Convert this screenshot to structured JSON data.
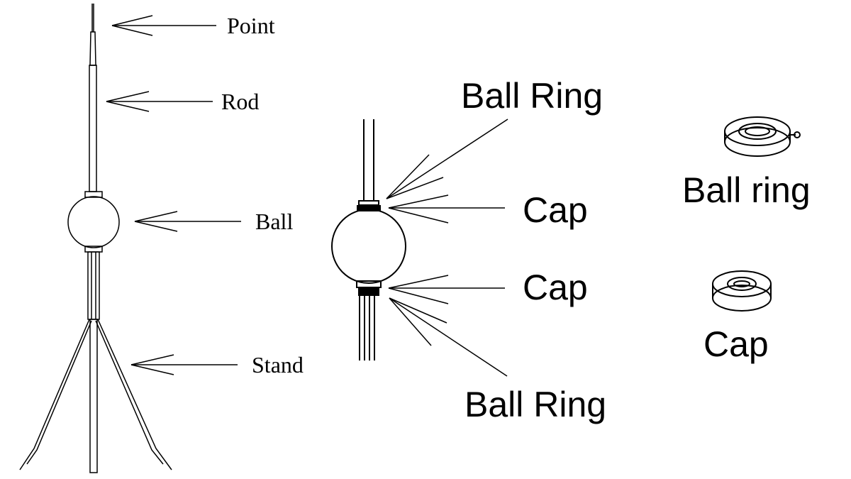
{
  "left_diagram": {
    "labels": {
      "point": "Point",
      "rod": "Rod",
      "ball": "Ball",
      "stand": "Stand"
    }
  },
  "middle_diagram": {
    "labels": {
      "ball_ring_top": "Ball Ring",
      "cap_top": "Cap",
      "cap_bottom": "Cap",
      "ball_ring_bottom": "Ball Ring"
    }
  },
  "right_parts": {
    "labels": {
      "ball_ring": "Ball ring",
      "cap": "Cap"
    }
  }
}
